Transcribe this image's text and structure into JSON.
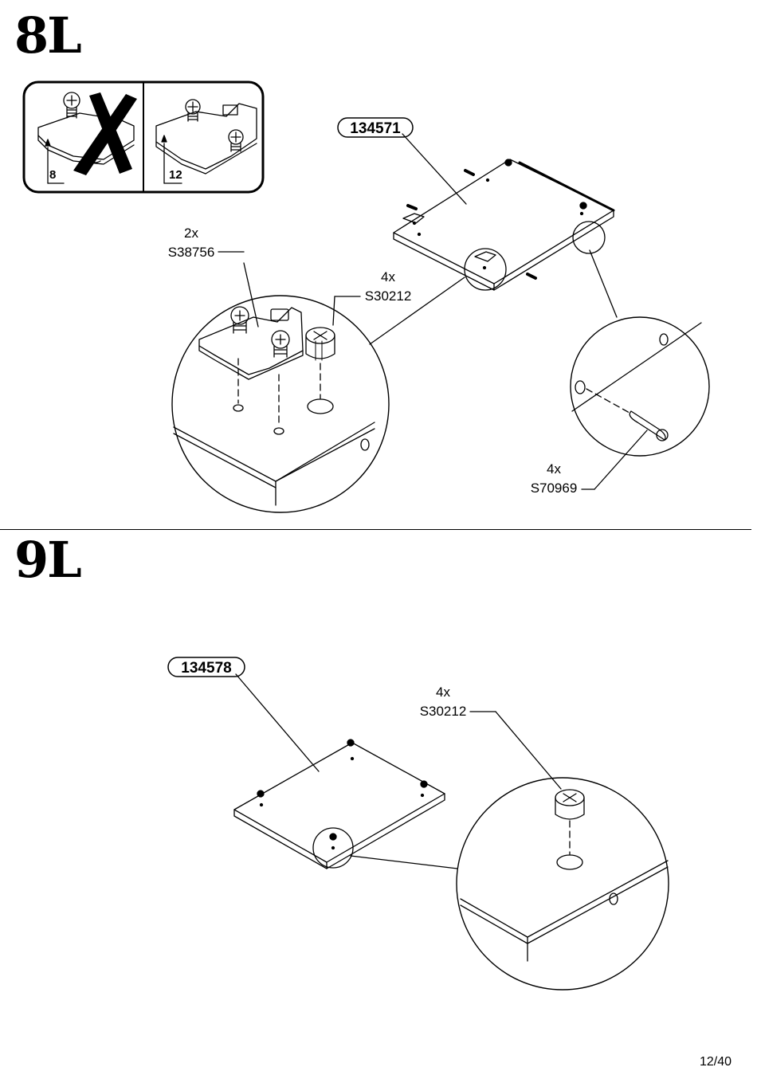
{
  "page": {
    "number": "12/40"
  },
  "step8": {
    "title": "8L",
    "warning": {
      "wrong_depth": "8",
      "right_depth": "12"
    },
    "panel_code": "134571",
    "hinge_plate": {
      "qty": "2x",
      "code": "S38756"
    },
    "cam": {
      "qty": "4x",
      "code": "S30212"
    },
    "dowel": {
      "qty": "4x",
      "code": "S70969"
    }
  },
  "step9": {
    "title": "9L",
    "panel_code": "134578",
    "cam": {
      "qty": "4x",
      "code": "S30212"
    }
  }
}
